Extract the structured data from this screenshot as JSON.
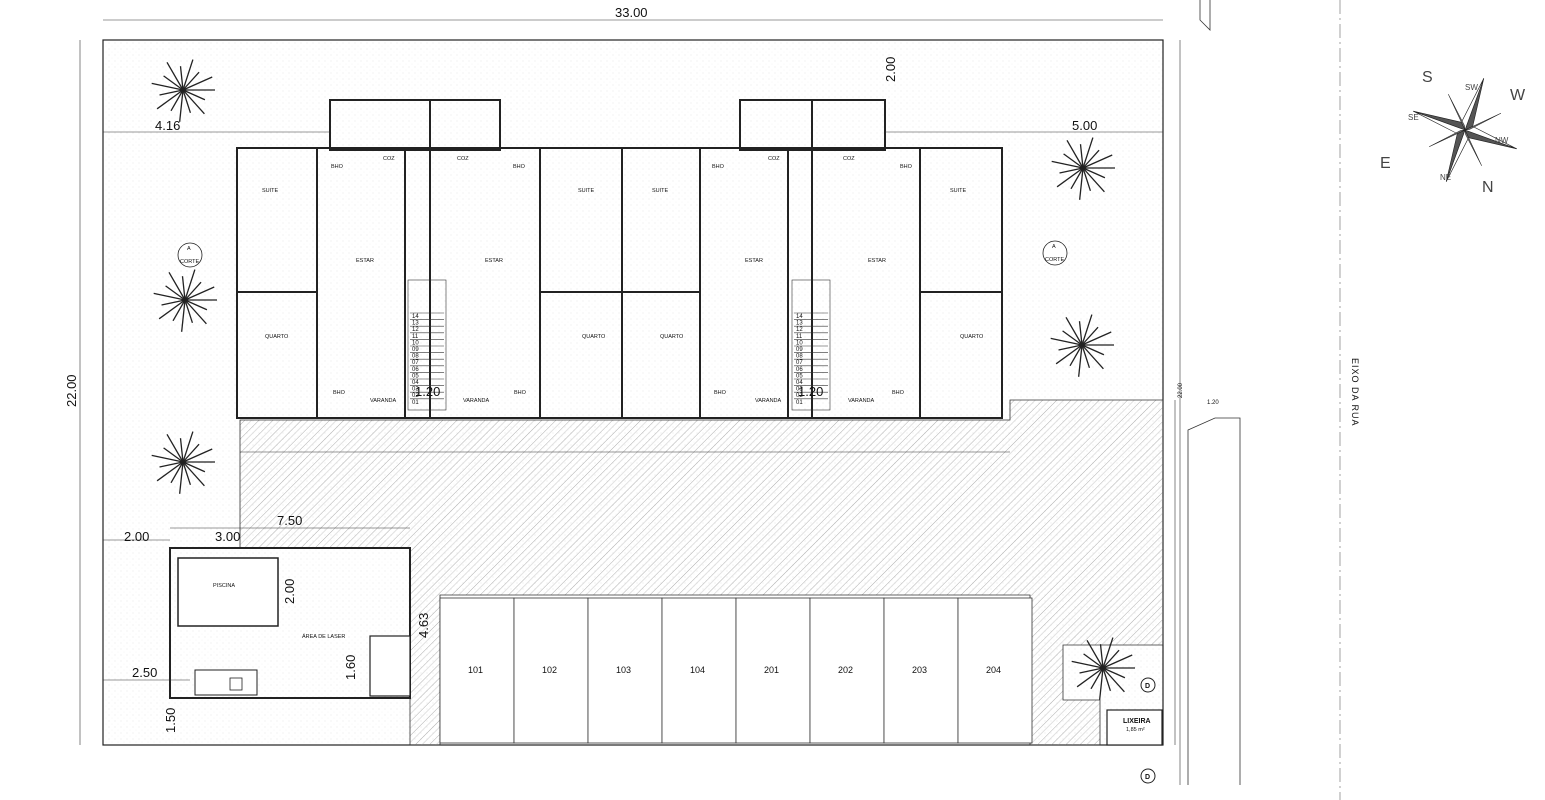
{
  "dimensions": {
    "total_width": "33.00",
    "total_depth": "22.00",
    "left_setback": "4.16",
    "right_setback": "5.00",
    "top_setback": "2.00",
    "left_top": "2.00",
    "pool_offset": "3.00",
    "leisure_width": "7.50",
    "pool_depth": "2.00",
    "bottom_left": "2.50",
    "bottom_side": "1.50",
    "bath_depth": "1.60",
    "court_depth": "4.63",
    "stair_a": "1.20",
    "stair_b": "1.20",
    "right_street": "22.00",
    "right_gap": "1.20"
  },
  "units": [
    {
      "number": "101"
    },
    {
      "number": "102"
    },
    {
      "number": "103"
    },
    {
      "number": "104"
    },
    {
      "number": "201"
    },
    {
      "number": "202"
    },
    {
      "number": "203"
    },
    {
      "number": "204"
    }
  ],
  "rooms": {
    "suite": "SUITE",
    "estar": "ESTAR",
    "quarto": "QUARTO",
    "varanda": "VARANDA",
    "bho": "BHO",
    "coz": "COZ"
  },
  "labels": {
    "piscina": "PISCINA",
    "area_lazer": "ÁREA DE LASER",
    "lixeira": "LIXEIRA",
    "lixeira_area": "1,85 m²",
    "street_axis": "EIXO DA RUA",
    "corte": "CORTE",
    "corte_letter": "A",
    "door_tag": "D"
  },
  "compass": [
    "S",
    "W",
    "N",
    "E",
    "SW",
    "NW",
    "NE",
    "SE"
  ],
  "stairs": [
    "14",
    "13",
    "12",
    "11",
    "10",
    "09",
    "08",
    "07",
    "06",
    "05",
    "04",
    "03",
    "02",
    "01"
  ]
}
